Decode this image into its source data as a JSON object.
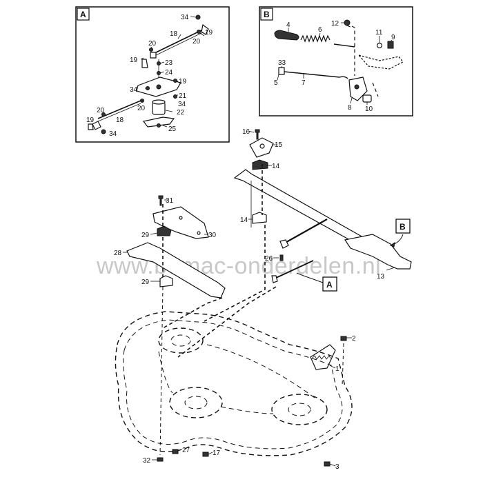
{
  "watermark": "www.bumac-onderdelen.nl",
  "inset_a": {
    "tag": "A",
    "labels": [
      "34",
      "18",
      "19",
      "20",
      "20",
      "19",
      "23",
      "24",
      "19",
      "34",
      "21",
      "34",
      "20",
      "20",
      "22",
      "18",
      "19",
      "34",
      "25"
    ]
  },
  "inset_b": {
    "tag": "B",
    "labels": [
      "12",
      "4",
      "6",
      "11",
      "9",
      "33",
      "5",
      "7",
      "8",
      "10"
    ]
  },
  "main": {
    "labels": [
      "16",
      "15",
      "14",
      "31",
      "14",
      "30",
      "29",
      "28",
      "29",
      "26",
      "13",
      "2",
      "1",
      "32",
      "27",
      "17",
      "3"
    ],
    "callout_a": "A",
    "callout_b": "B"
  }
}
